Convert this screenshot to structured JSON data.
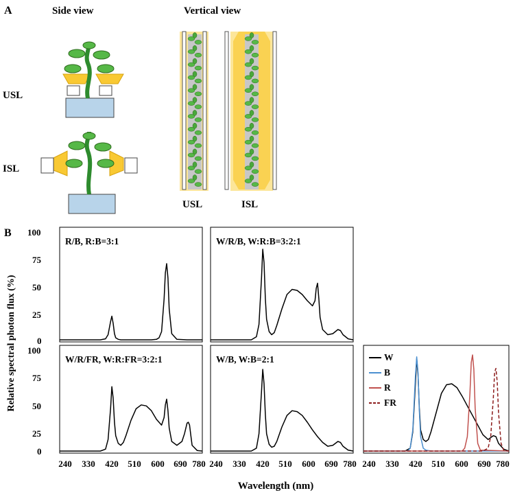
{
  "panelA": {
    "label": "A",
    "side_view_title": "Side view",
    "vertical_view_title": "Vertical view",
    "row_labels": [
      "USL",
      "ISL"
    ],
    "vertical_labels": [
      "USL",
      "ISL"
    ],
    "colors": {
      "light": "#f9c933",
      "lamp_fill": "#fce69a",
      "pot": "#b8d4ea",
      "plant": "#2e8b2e",
      "leaf": "#56b847",
      "cutout": "#c7c7c7"
    }
  },
  "panelB": {
    "label": "B",
    "y_label": "Relative spectral photon flux (%)",
    "x_label": "Wavelength (nm)",
    "y_ticks": [
      "100",
      "75",
      "50",
      "25",
      "0"
    ],
    "x_ticks": [
      "240",
      "330",
      "420",
      "510",
      "600",
      "690",
      "780"
    ]
  },
  "chart_data": [
    {
      "type": "line",
      "title": "R/B, R:B=3:1",
      "xlabel": "Wavelength (nm)",
      "ylabel": "Relative spectral photon flux (%)",
      "xlim": [
        240,
        800
      ],
      "ylim": [
        0,
        100
      ],
      "x": [
        240,
        400,
        420,
        430,
        440,
        445,
        450,
        455,
        460,
        470,
        480,
        500,
        520,
        560,
        600,
        620,
        630,
        640,
        650,
        655,
        660,
        665,
        670,
        680,
        700,
        740,
        800
      ],
      "series": [
        {
          "color": "#000000",
          "values": [
            0,
            0,
            1,
            5,
            18,
            23,
            16,
            6,
            2,
            0.5,
            0,
            0,
            0,
            0,
            0,
            0.5,
            2,
            8,
            40,
            65,
            74,
            60,
            30,
            6,
            0.5,
            0,
            0
          ]
        }
      ]
    },
    {
      "type": "line",
      "title": "W/R/B,   W:R:B=3:2:1",
      "xlabel": "Wavelength (nm)",
      "ylabel": "Relative spectral photon flux (%)",
      "xlim": [
        240,
        800
      ],
      "ylim": [
        0,
        100
      ],
      "x": [
        240,
        400,
        420,
        430,
        440,
        445,
        450,
        455,
        460,
        470,
        480,
        490,
        500,
        520,
        540,
        560,
        580,
        600,
        620,
        640,
        650,
        655,
        660,
        665,
        670,
        680,
        700,
        720,
        740,
        750,
        760,
        780,
        800
      ],
      "series": [
        {
          "color": "#000000",
          "values": [
            0,
            0,
            3,
            15,
            60,
            88,
            75,
            40,
            20,
            8,
            5,
            7,
            14,
            30,
            44,
            49,
            48,
            44,
            38,
            33,
            38,
            50,
            55,
            40,
            22,
            10,
            5,
            6,
            10,
            9,
            5,
            1,
            0
          ]
        }
      ]
    },
    {
      "type": "line",
      "title": "W/R/FR,  W:R:FR=3:2:1",
      "xlabel": "Wavelength (nm)",
      "ylabel": "Relative spectral photon flux (%)",
      "xlim": [
        240,
        800
      ],
      "ylim": [
        0,
        100
      ],
      "x": [
        240,
        400,
        420,
        430,
        440,
        445,
        450,
        455,
        460,
        470,
        480,
        490,
        500,
        520,
        540,
        560,
        580,
        600,
        620,
        640,
        650,
        655,
        660,
        665,
        670,
        680,
        700,
        720,
        730,
        740,
        745,
        750,
        755,
        760,
        780,
        800
      ],
      "series": [
        {
          "color": "#000000",
          "values": [
            0,
            0,
            2,
            12,
            45,
            67,
            55,
            30,
            16,
            8,
            6,
            9,
            16,
            32,
            44,
            48,
            47,
            42,
            33,
            27,
            35,
            48,
            54,
            42,
            24,
            10,
            6,
            10,
            18,
            29,
            30,
            27,
            16,
            6,
            0.5,
            0
          ]
        }
      ]
    },
    {
      "type": "line",
      "title": "W/B,  W:B=2:1",
      "xlabel": "Wavelength (nm)",
      "ylabel": "Relative spectral photon flux (%)",
      "xlim": [
        240,
        800
      ],
      "ylim": [
        0,
        100
      ],
      "x": [
        240,
        400,
        420,
        430,
        440,
        445,
        450,
        455,
        460,
        470,
        480,
        490,
        500,
        520,
        540,
        560,
        580,
        600,
        620,
        640,
        660,
        680,
        700,
        720,
        740,
        750,
        760,
        780,
        800
      ],
      "series": [
        {
          "color": "#000000",
          "values": [
            0,
            0,
            3,
            18,
            62,
            85,
            70,
            38,
            18,
            7,
            4,
            5,
            10,
            25,
            37,
            42,
            41,
            37,
            30,
            22,
            15,
            9,
            5,
            6,
            10,
            9,
            5,
            1,
            0
          ]
        }
      ]
    },
    {
      "type": "line",
      "xlabel": "Wavelength (nm)",
      "xlim": [
        240,
        800
      ],
      "ylim": [
        0,
        100
      ],
      "legend": "top-left",
      "series": [
        {
          "name": "W",
          "color": "#000000",
          "dash": false,
          "x": [
            240,
            400,
            420,
            430,
            440,
            445,
            450,
            455,
            460,
            470,
            480,
            490,
            500,
            520,
            540,
            560,
            580,
            600,
            620,
            640,
            660,
            680,
            700,
            720,
            740,
            750,
            760,
            780,
            800
          ],
          "values": [
            0,
            0,
            3,
            20,
            70,
            96,
            80,
            45,
            22,
            12,
            10,
            12,
            20,
            40,
            60,
            69,
            70,
            66,
            57,
            47,
            37,
            27,
            17,
            12,
            16,
            15,
            8,
            2,
            0
          ]
        },
        {
          "name": "B",
          "color": "#4a8fd0",
          "dash": false,
          "x": [
            240,
            410,
            420,
            430,
            440,
            445,
            450,
            455,
            460,
            470,
            480,
            500,
            800
          ],
          "values": [
            0,
            0,
            3,
            22,
            78,
            98,
            82,
            42,
            15,
            3,
            1,
            0,
            0
          ]
        },
        {
          "name": "R",
          "color": "#c0504d",
          "dash": false,
          "x": [
            240,
            620,
            630,
            640,
            650,
            655,
            660,
            665,
            670,
            680,
            690,
            800
          ],
          "values": [
            0,
            0,
            3,
            15,
            60,
            92,
            100,
            85,
            45,
            8,
            1,
            0
          ]
        },
        {
          "name": "FR",
          "color": "#8b1a1a",
          "dash": true,
          "x": [
            240,
            700,
            720,
            730,
            740,
            745,
            750,
            755,
            760,
            770,
            780,
            800
          ],
          "values": [
            0,
            0,
            3,
            15,
            55,
            82,
            86,
            72,
            40,
            8,
            1,
            0
          ]
        }
      ]
    }
  ]
}
